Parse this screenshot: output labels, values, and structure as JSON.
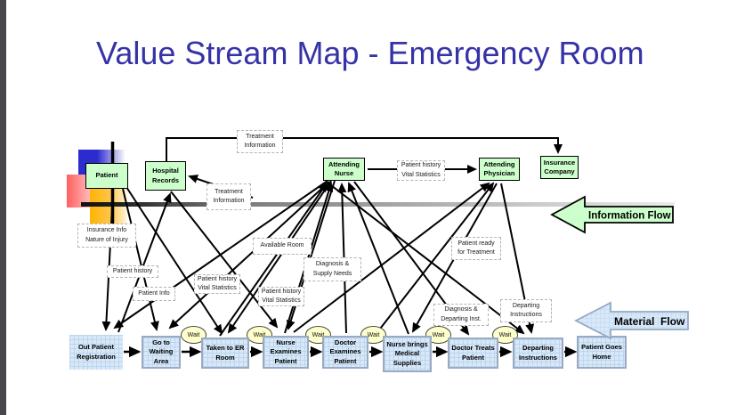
{
  "title": "Value Stream Map - Emergency Room",
  "wait_label": "Wait",
  "flow_arrows": {
    "information": "Information Flow",
    "material": "Material  Flow"
  },
  "entities": {
    "patient": "Patient",
    "hospital_records": "Hospital\nRecords",
    "attending_nurse": "Attending\nNurse",
    "attending_physician": "Attending\nPhysician",
    "insurance_company": "Insurance\nCompany"
  },
  "info_labels": {
    "treatment_information_top": "Treatment\nInformation",
    "treatment_information_mid": "Treatment\nInformation",
    "insurance_info": "Insurance Info\nNature of Injury",
    "patient_history": "Patient history",
    "patient_info": "Patient Info",
    "patient_history_vitals_1": "Patient history\nVital Statistics",
    "patient_history_vitals_2": "Patient history\nVital Statistics",
    "available_room": "Available Room",
    "diagnosis_supply_needs": "Diagnosis &\nSupply Needs",
    "patient_history_vitals_3": "Patient history\nVital Statistics",
    "patient_ready": "Patient ready\nfor Treatment",
    "diagnosis_departing": "Diagnosis &\nDeparting Inst.",
    "departing_instructions_label": "Departing\nInstructions"
  },
  "processes": [
    "Out Patient\nRegistration",
    "Go to\nWaiting\nArea",
    "Taken to ER\nRoom",
    "Nurse\nExamines\nPatient",
    "Doctor\nExamines\nPatient",
    "Nurse brings\nMedical\nSupplies",
    "Doctor Treats\nPatient",
    "Departing\nInstructions",
    "Patient Goes\nHome"
  ],
  "colors": {
    "title": "#3633a7",
    "entity_fill": "#ccffcc",
    "process_fill": "#d8e8f8",
    "wait_fill": "#ffffcc",
    "info_arrow_fill": "#ccffcc",
    "material_arrow_fill": "#d8e8f8"
  }
}
